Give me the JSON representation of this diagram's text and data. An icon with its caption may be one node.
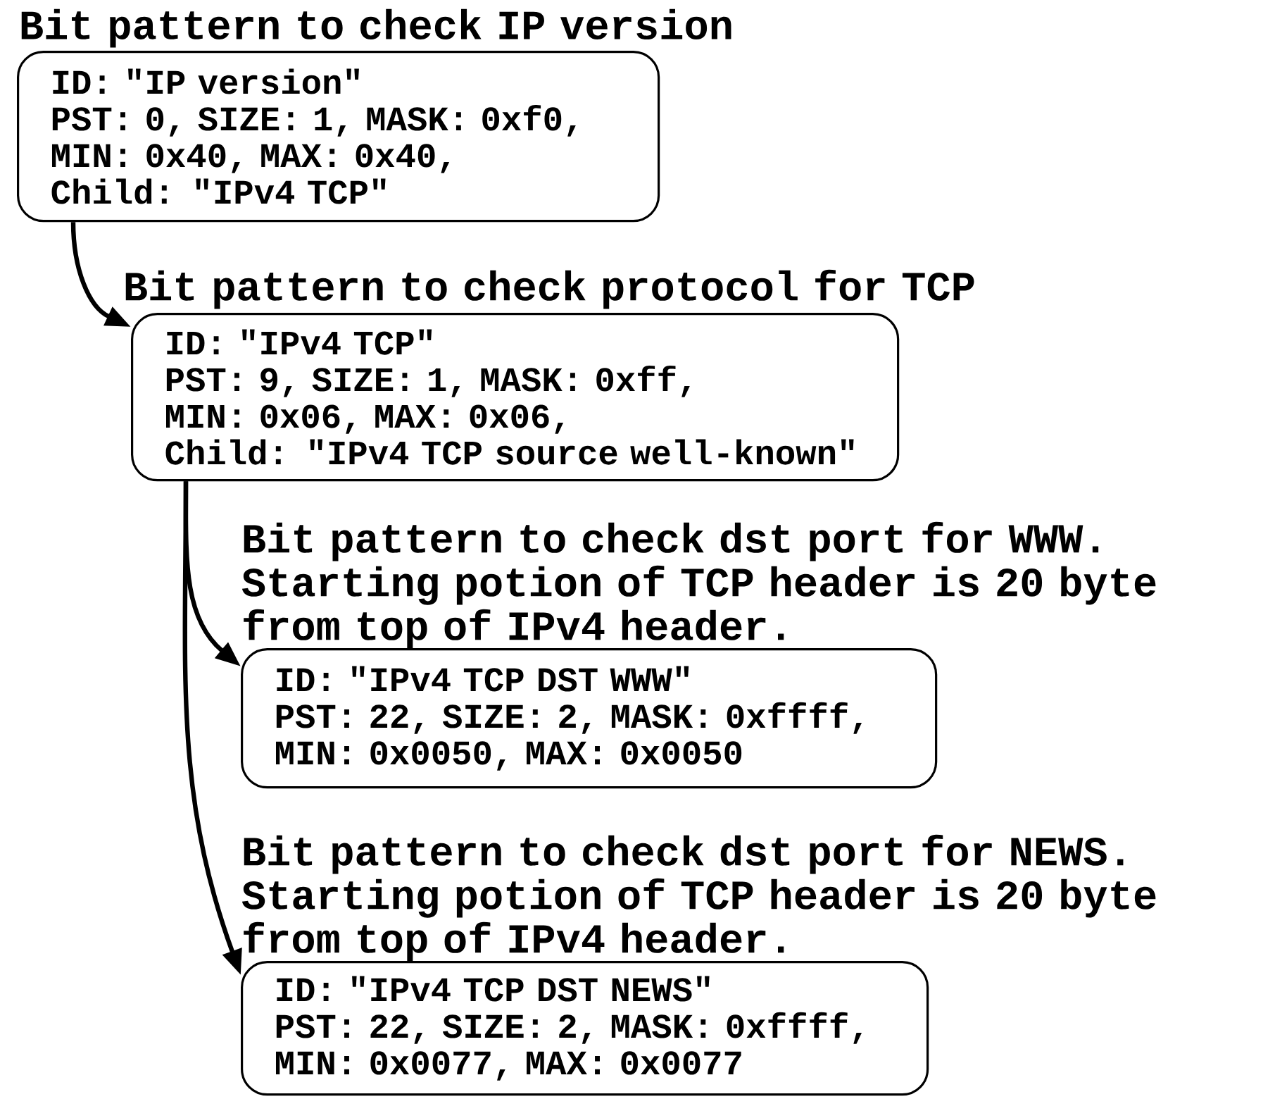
{
  "diagram": {
    "nodes": [
      {
        "text": [
          "Bit pattern to check IP version",
          "ID: \"IP version\"",
          "PST: 0, SIZE: 1, MASK: 0xf0,",
          "MIN: 0x40, MAX: 0x40,",
          "Child: \"IPv4 TCP\""
        ]
      },
      {
        "text": [
          "Bit pattern to check protocol for TCP",
          "ID: \"IPv4 TCP\"",
          "PST: 9, SIZE: 1, MASK: 0xff,",
          "MIN: 0x06, MAX: 0x06,",
          "Child: \"IPv4 TCP source well-known\""
        ]
      },
      {
        "text": [
          "Bit pattern to check dst port for WWW. Starting potion of TCP header is 20 byte from top of IPv4 header.",
          "ID: \"IPv4 TCP DST WWW\"",
          "PST: 22, SIZE: 2, MASK: 0xffff,",
          "MIN: 0x0050, MAX: 0x0050"
        ]
      },
      {
        "text": [
          "Bit pattern to check dst port for NEWS. Starting potion of TCP header is 20 byte from top of IPv4 header.",
          "ID: \"IPv4 TCP DST NEWS\"",
          "PST: 22, SIZE: 2, MASK: 0xffff,",
          "MIN: 0x0077, MAX: 0x0077"
        ]
      }
    ],
    "edges": [
      {
        "from": 0,
        "to": 1,
        "arrow": "to"
      },
      {
        "from": 1,
        "to": 2,
        "arrow": "to"
      },
      {
        "from": 1,
        "to": 3,
        "arrow": "to"
      }
    ]
  }
}
